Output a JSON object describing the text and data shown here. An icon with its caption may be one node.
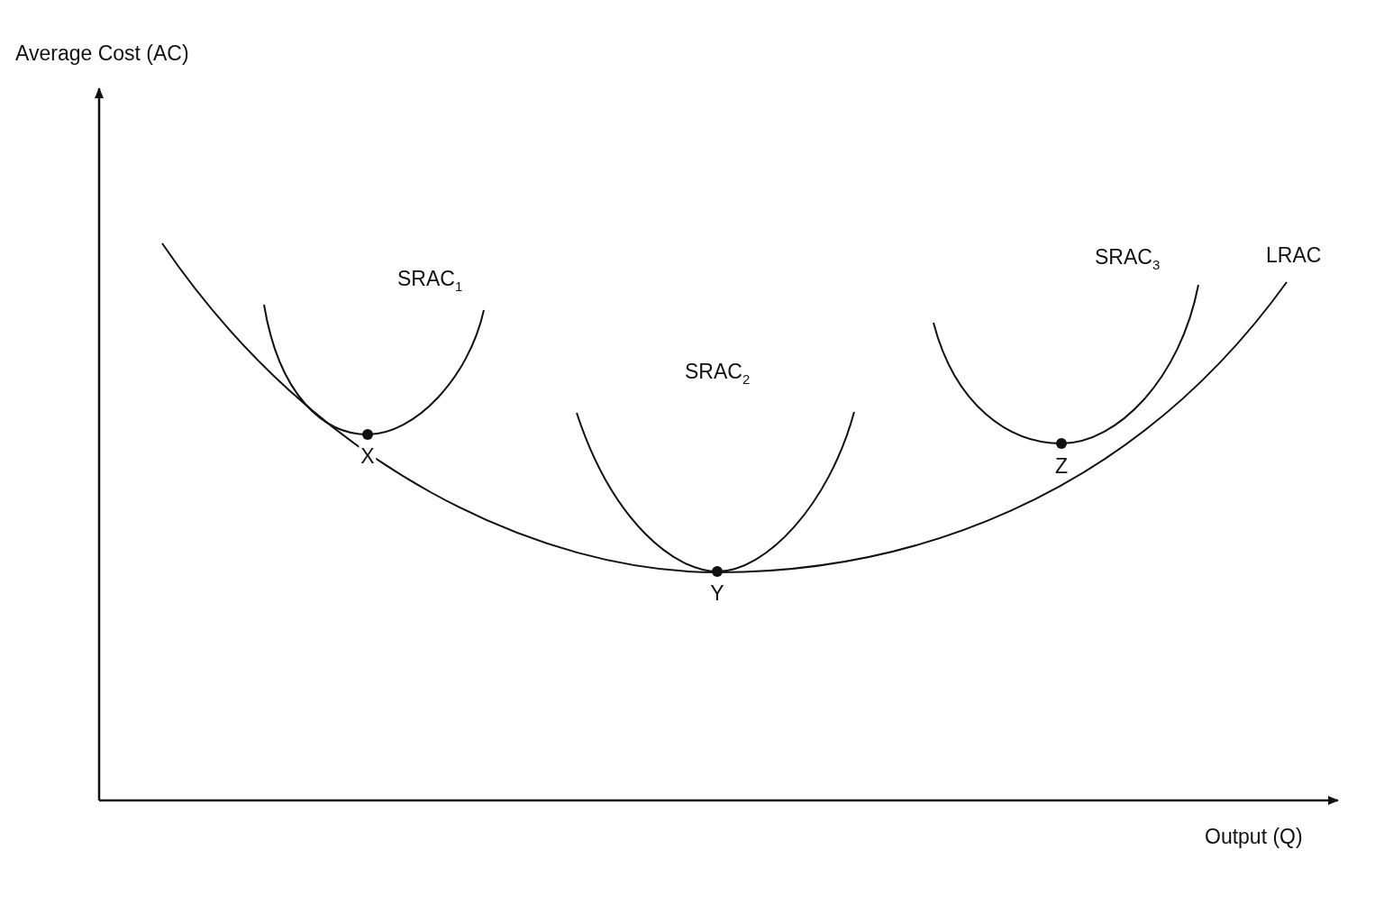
{
  "diagram": {
    "labels": [
      "Average Cost (AC)",
      "LRAC",
      "SRAC$_{3}$",
      "SRAC$_{1}$",
      "SRAC$_{2}$",
      "X",
      "Z",
      "Y",
      "Output (Q)"
    ]
  }
}
